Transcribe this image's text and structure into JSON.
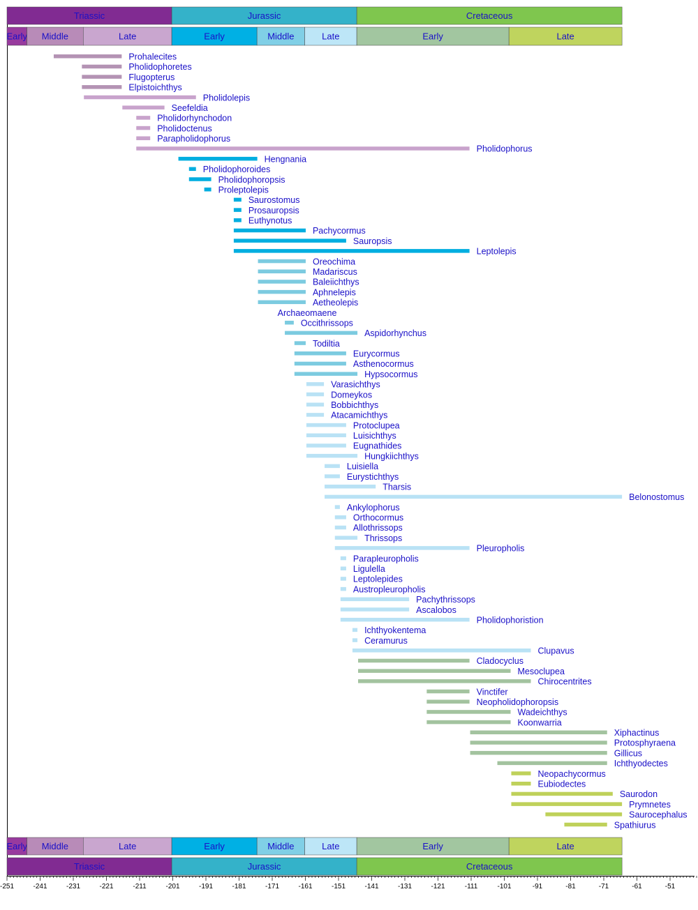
{
  "chart_data": {
    "type": "timeline-range-bar",
    "title": "",
    "xlabel": "",
    "ylabel": "",
    "xlim": [
      -251,
      -51
    ],
    "x_ticks": [
      -251,
      -241,
      -231,
      -221,
      -211,
      -201,
      -191,
      -181,
      -171,
      -161,
      -151,
      -141,
      -131,
      -121,
      -111,
      -101,
      -91,
      -81,
      -71,
      -61,
      -51
    ],
    "periods": [
      {
        "name": "Triassic",
        "start": -251,
        "end": -201.3,
        "color": "#812b92"
      },
      {
        "name": "Jurassic",
        "start": -201.3,
        "end": -145.5,
        "color": "#34b2c9"
      },
      {
        "name": "Cretaceous",
        "start": -145.5,
        "end": -65.5,
        "color": "#7fc64e"
      }
    ],
    "epochs": [
      {
        "name": "Early",
        "start": -251,
        "end": -245,
        "color": "#983a9e",
        "bar_color": "#a070a8"
      },
      {
        "name": "Middle",
        "start": -245,
        "end": -228,
        "color": "#b88bb8",
        "bar_color": "#b493b4"
      },
      {
        "name": "Late",
        "start": -228,
        "end": -201.3,
        "color": "#c9a6cf",
        "bar_color": "#c8a3cc"
      },
      {
        "name": "Early",
        "start": -201.3,
        "end": -175.6,
        "color": "#00b0e4",
        "bar_color": "#00aee0"
      },
      {
        "name": "Middle",
        "start": -175.6,
        "end": -161.2,
        "color": "#80cfe6",
        "bar_color": "#7ccbe0"
      },
      {
        "name": "Late",
        "start": -161.2,
        "end": -145.5,
        "color": "#bde6f7",
        "bar_color": "#b9e2f5"
      },
      {
        "name": "Early",
        "start": -145.5,
        "end": -99.6,
        "color": "#a2c6a0",
        "bar_color": "#a3c39f"
      },
      {
        "name": "Late",
        "start": -99.6,
        "end": -65.5,
        "color": "#bfd45e",
        "bar_color": "#bfd15a"
      }
    ],
    "taxa": [
      {
        "name": "Prohalecites",
        "start": -236.9,
        "end": -216.4
      },
      {
        "name": "Pholidophoretes",
        "start": -228.4,
        "end": -216.4
      },
      {
        "name": "Flugopterus",
        "start": -228.4,
        "end": -216.4
      },
      {
        "name": "Elpistoichthys",
        "start": -228.4,
        "end": -216.4
      },
      {
        "name": "Pholidolepis",
        "start": -227.8,
        "end": -194.0
      },
      {
        "name": "Seefeldia",
        "start": -216.2,
        "end": -203.5
      },
      {
        "name": "Pholidorhynchodon",
        "start": -212.0,
        "end": -207.8
      },
      {
        "name": "Pholidoctenus",
        "start": -212.0,
        "end": -207.8
      },
      {
        "name": "Parapholidophorus",
        "start": -212.0,
        "end": -207.8
      },
      {
        "name": "Pholidophorus",
        "start": -212.0,
        "end": -111.5
      },
      {
        "name": "Hengnania",
        "start": -199.3,
        "end": -175.5
      },
      {
        "name": "Pholidophoroides",
        "start": -196.1,
        "end": -194.0
      },
      {
        "name": "Pholidophoropsis",
        "start": -196.1,
        "end": -189.4
      },
      {
        "name": "Proleptolepis",
        "start": -191.5,
        "end": -189.4
      },
      {
        "name": "Saurostomus",
        "start": -182.6,
        "end": -180.3
      },
      {
        "name": "Prosauropsis",
        "start": -182.6,
        "end": -180.3
      },
      {
        "name": "Euthynotus",
        "start": -182.6,
        "end": -180.3
      },
      {
        "name": "Pachycormus",
        "start": -182.6,
        "end": -160.9
      },
      {
        "name": "Sauropsis",
        "start": -182.6,
        "end": -148.7
      },
      {
        "name": "Leptolepis",
        "start": -182.6,
        "end": -111.5
      },
      {
        "name": "Oreochima",
        "start": -175.3,
        "end": -160.9
      },
      {
        "name": "Madariscus",
        "start": -175.3,
        "end": -160.9
      },
      {
        "name": "Baleiichthys",
        "start": -175.3,
        "end": -160.9
      },
      {
        "name": "Aphnelepis",
        "start": -175.3,
        "end": -160.9
      },
      {
        "name": "Aetheolepis",
        "start": -175.3,
        "end": -160.9
      },
      {
        "name": "Archaeomaene",
        "start": -171.5,
        "end": -171.5
      },
      {
        "name": "Occithrissops",
        "start": -167.2,
        "end": -164.5
      },
      {
        "name": "Aspidorhynchus",
        "start": -167.2,
        "end": -145.3
      },
      {
        "name": "Todiltia",
        "start": -164.3,
        "end": -160.9
      },
      {
        "name": "Eurycormus",
        "start": -164.3,
        "end": -148.7
      },
      {
        "name": "Asthenocormus",
        "start": -164.3,
        "end": -148.7
      },
      {
        "name": "Hypsocormus",
        "start": -164.3,
        "end": -145.3
      },
      {
        "name": "Varasichthys",
        "start": -160.7,
        "end": -155.4
      },
      {
        "name": "Domeykos",
        "start": -160.7,
        "end": -155.4
      },
      {
        "name": "Bobbichthys",
        "start": -160.7,
        "end": -155.4
      },
      {
        "name": "Atacamichthys",
        "start": -160.7,
        "end": -155.4
      },
      {
        "name": "Protoclupea",
        "start": -160.7,
        "end": -148.7
      },
      {
        "name": "Luisichthys",
        "start": -160.7,
        "end": -148.7
      },
      {
        "name": "Eugnathides",
        "start": -160.7,
        "end": -148.7
      },
      {
        "name": "Hungkiichthys",
        "start": -160.7,
        "end": -145.3
      },
      {
        "name": "Luisiella",
        "start": -155.2,
        "end": -150.6
      },
      {
        "name": "Eurystichthys",
        "start": -155.2,
        "end": -150.6
      },
      {
        "name": "Tharsis",
        "start": -155.2,
        "end": -139.8
      },
      {
        "name": "Belonostomus",
        "start": -155.2,
        "end": -65.5
      },
      {
        "name": "Ankylophorus",
        "start": -152.1,
        "end": -150.6
      },
      {
        "name": "Orthocormus",
        "start": -152.1,
        "end": -148.7
      },
      {
        "name": "Allothrissops",
        "start": -152.1,
        "end": -148.7
      },
      {
        "name": "Thrissops",
        "start": -152.1,
        "end": -145.3
      },
      {
        "name": "Pleuropholis",
        "start": -152.1,
        "end": -111.5
      },
      {
        "name": "Parapleuropholis",
        "start": -150.4,
        "end": -148.7
      },
      {
        "name": "Ligulella",
        "start": -150.4,
        "end": -148.7
      },
      {
        "name": "Leptolepides",
        "start": -150.4,
        "end": -148.7
      },
      {
        "name": "Austropleuropholis",
        "start": -150.4,
        "end": -148.7
      },
      {
        "name": "Pachythrissops",
        "start": -150.4,
        "end": -129.7
      },
      {
        "name": "Ascalobos",
        "start": -150.4,
        "end": -129.7
      },
      {
        "name": "Pholidophoristion",
        "start": -150.4,
        "end": -111.5
      },
      {
        "name": "Ichthyokentema",
        "start": -146.8,
        "end": -145.3
      },
      {
        "name": "Ceramurus",
        "start": -146.8,
        "end": -145.3
      },
      {
        "name": "Clupavus",
        "start": -146.8,
        "end": -93.0
      },
      {
        "name": "Cladocyclus",
        "start": -145.1,
        "end": -111.5
      },
      {
        "name": "Mesoclupea",
        "start": -145.1,
        "end": -99.1
      },
      {
        "name": "Chirocentrites",
        "start": -145.1,
        "end": -93.0
      },
      {
        "name": "Vinctifer",
        "start": -124.4,
        "end": -111.5
      },
      {
        "name": "Neopholidophoropsis",
        "start": -124.4,
        "end": -111.5
      },
      {
        "name": "Wadeichthys",
        "start": -124.4,
        "end": -99.1
      },
      {
        "name": "Koonwarria",
        "start": -124.4,
        "end": -99.1
      },
      {
        "name": "Xiphactinus",
        "start": -111.3,
        "end": -70.0
      },
      {
        "name": "Protosphyraena",
        "start": -111.3,
        "end": -70.0
      },
      {
        "name": "Gillicus",
        "start": -111.3,
        "end": -70.0
      },
      {
        "name": "Ichthyodectes",
        "start": -103.1,
        "end": -70.0
      },
      {
        "name": "Neopachycormus",
        "start": -98.9,
        "end": -93.0
      },
      {
        "name": "Eubiodectes",
        "start": -98.9,
        "end": -93.0
      },
      {
        "name": "Saurodon",
        "start": -98.9,
        "end": -68.3
      },
      {
        "name": "Prymnetes",
        "start": -98.9,
        "end": -65.5
      },
      {
        "name": "Saurocephalus",
        "start": -88.6,
        "end": -65.5
      },
      {
        "name": "Spathiurus",
        "start": -82.9,
        "end": -70.0
      }
    ]
  }
}
